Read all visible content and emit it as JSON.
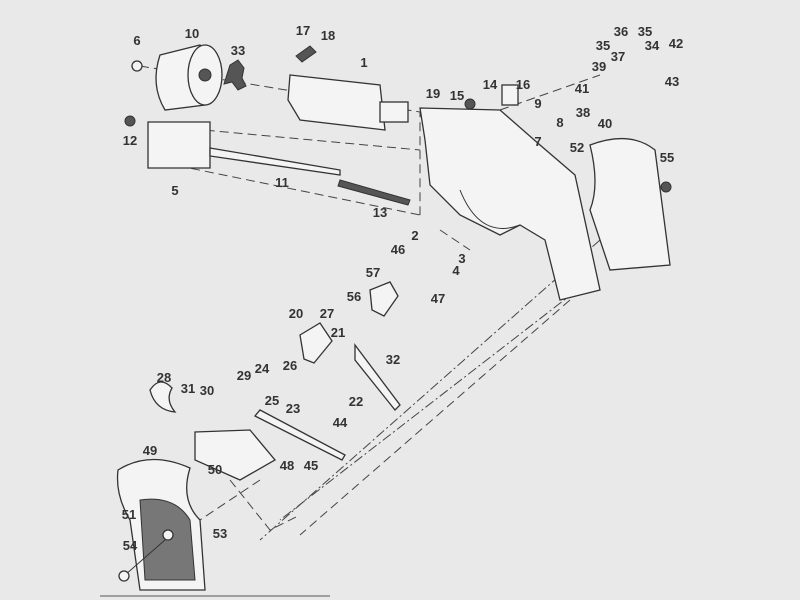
{
  "diagram": {
    "labels": [
      "6",
      "10",
      "33",
      "17",
      "18",
      "1",
      "12",
      "5",
      "11",
      "13",
      "19",
      "15",
      "14",
      "16",
      "9",
      "8",
      "7",
      "36",
      "35",
      "35",
      "34",
      "37",
      "42",
      "39",
      "43",
      "41",
      "38",
      "40",
      "52",
      "55",
      "2",
      "46",
      "3",
      "4",
      "57",
      "56",
      "47",
      "20",
      "27",
      "21",
      "32",
      "24",
      "26",
      "29",
      "28",
      "31",
      "30",
      "25",
      "23",
      "22",
      "44",
      "49",
      "50",
      "48",
      "45",
      "51",
      "53",
      "54"
    ]
  }
}
